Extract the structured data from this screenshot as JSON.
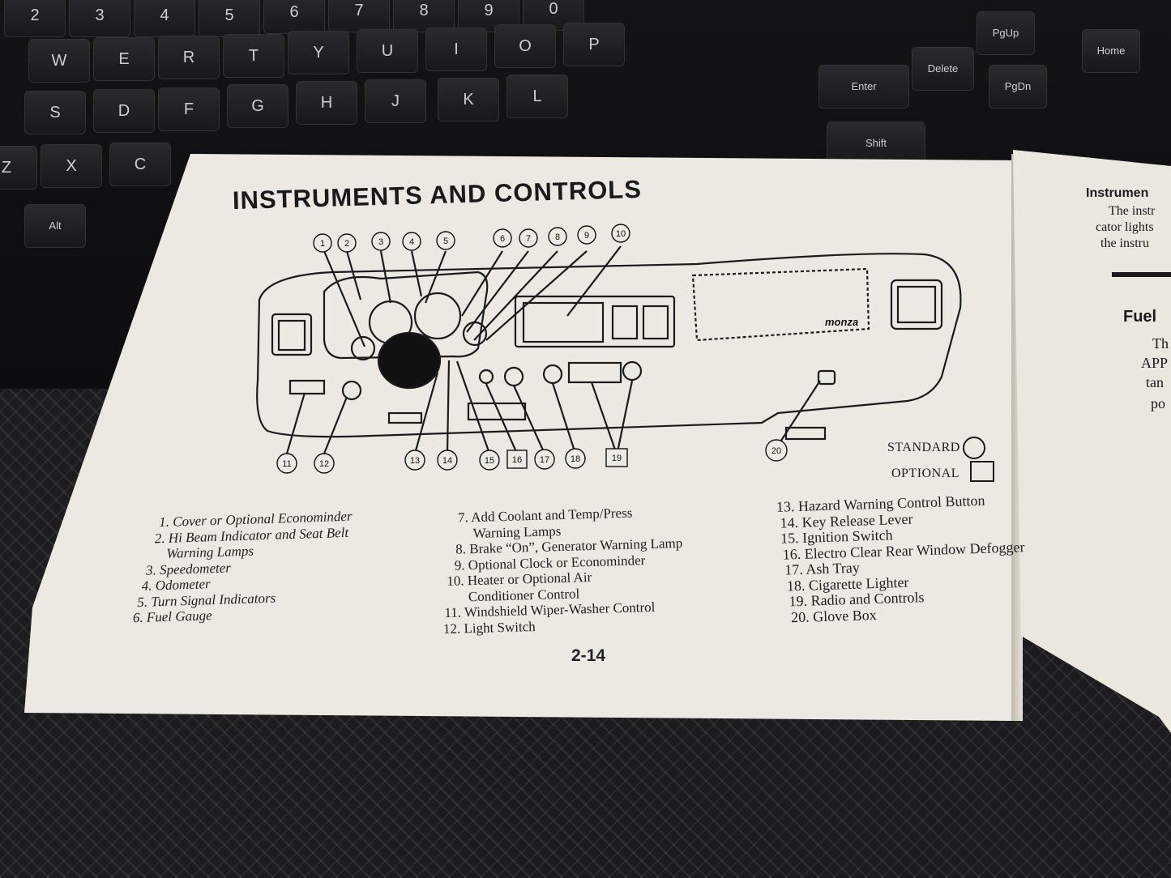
{
  "keyboard": {
    "keys": [
      {
        "label": "2"
      },
      {
        "label": "3"
      },
      {
        "label": "4"
      },
      {
        "label": "5"
      },
      {
        "label": "6"
      },
      {
        "label": "7"
      },
      {
        "label": "8"
      },
      {
        "label": "9"
      },
      {
        "label": "0"
      },
      {
        "label": "W"
      },
      {
        "label": "E"
      },
      {
        "label": "R"
      },
      {
        "label": "T"
      },
      {
        "label": "Y"
      },
      {
        "label": "U"
      },
      {
        "label": "I"
      },
      {
        "label": "O"
      },
      {
        "label": "P"
      },
      {
        "label": "S"
      },
      {
        "label": "D"
      },
      {
        "label": "F"
      },
      {
        "label": "G"
      },
      {
        "label": "H"
      },
      {
        "label": "J"
      },
      {
        "label": "K"
      },
      {
        "label": "L"
      },
      {
        "label": "Z"
      },
      {
        "label": "X"
      },
      {
        "label": "C"
      },
      {
        "label": "Alt"
      },
      {
        "label": "Enter"
      },
      {
        "label": "Delete"
      },
      {
        "label": "PgUp"
      },
      {
        "label": "PgDn"
      },
      {
        "label": "Home"
      },
      {
        "label": "Shift"
      }
    ]
  },
  "page": {
    "title": "INSTRUMENTS AND CONTROLS",
    "page_number": "2-14",
    "car_badge": "monza",
    "callouts": [
      "1",
      "2",
      "3",
      "4",
      "5",
      "6",
      "7",
      "8",
      "9",
      "10",
      "11",
      "12",
      "13",
      "14",
      "15",
      "16",
      "17",
      "18",
      "19",
      "20"
    ],
    "legend": {
      "standard": "STANDARD",
      "optional": "OPTIONAL"
    },
    "col_a": [
      "1. Cover or Optional Econominder",
      "2. Hi Beam Indicator and Seat Belt",
      "Warning Lamps",
      "3. Speedometer",
      "4. Odometer",
      "5. Turn Signal Indicators",
      "6. Fuel Gauge"
    ],
    "col_b": [
      "7. Add Coolant and Temp/Press",
      "Warning Lamps",
      "8. Brake “On”, Generator Warning Lamp",
      "9. Optional Clock or Econominder",
      "10. Heater or Optional Air",
      "Conditioner Control",
      "11. Windshield Wiper-Washer Control",
      "12. Light Switch"
    ],
    "col_c": [
      "13. Hazard Warning Control Button",
      "14. Key Release Lever",
      "15. Ignition Switch",
      "16. Electro Clear Rear Window Defogger",
      "17. Ash Tray",
      "18. Cigarette Lighter",
      "19.  Radio and Controls",
      "20. Glove Box"
    ]
  },
  "next_page": {
    "heading": "Instrumen",
    "lines": [
      "The instr",
      "cator lights",
      "the instru"
    ],
    "subheading": "Fuel",
    "body": [
      "Th",
      "APP",
      "tan",
      "po"
    ]
  }
}
